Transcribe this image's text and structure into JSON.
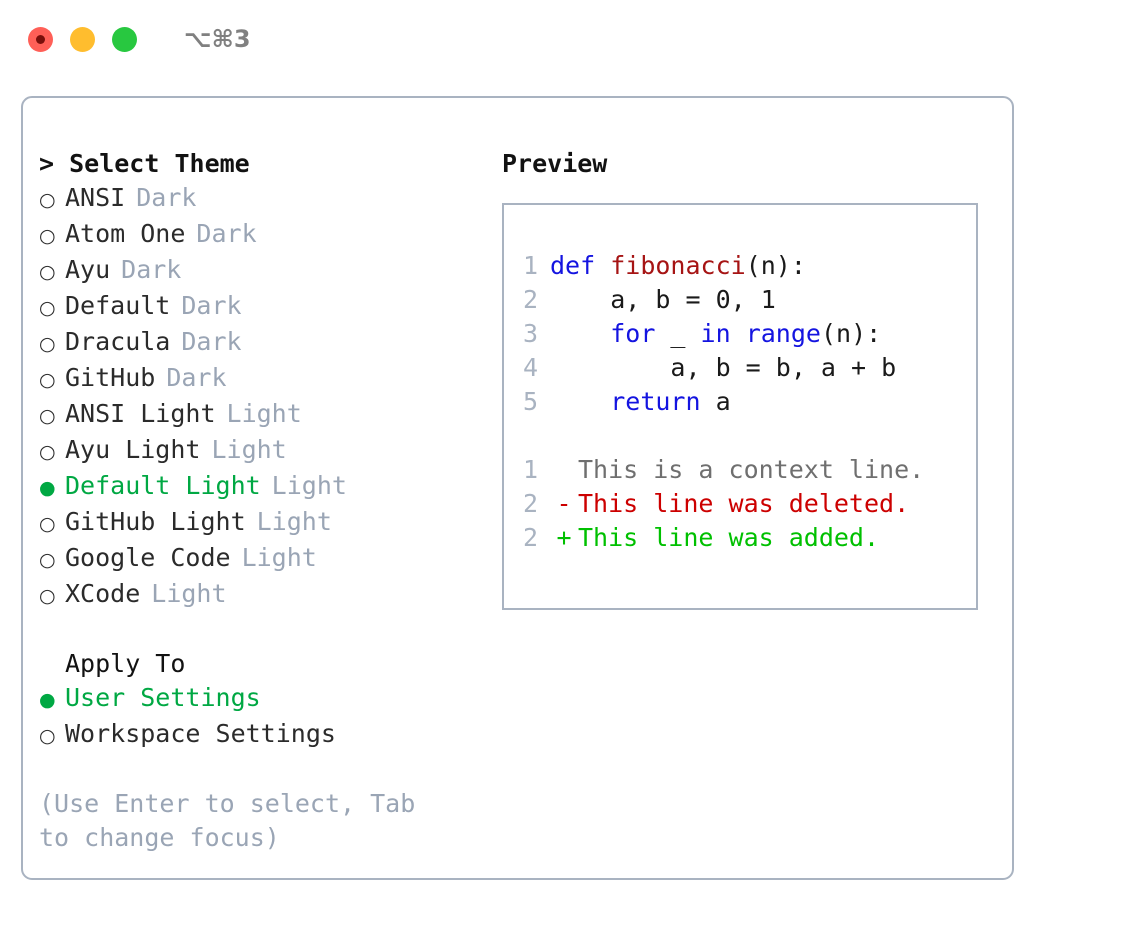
{
  "window": {
    "shortcut": "⌥⌘3",
    "traffic_lights": [
      {
        "name": "close",
        "color": "#ff5f57"
      },
      {
        "name": "minimize",
        "color": "#ffbd2e"
      },
      {
        "name": "maximize",
        "color": "#28c840"
      }
    ]
  },
  "theme_panel": {
    "header": "> Select Theme",
    "items": [
      {
        "label": "ANSI",
        "tag": "Dark",
        "selected": false
      },
      {
        "label": "Atom One",
        "tag": "Dark",
        "selected": false
      },
      {
        "label": "Ayu",
        "tag": "Dark",
        "selected": false
      },
      {
        "label": "Default",
        "tag": "Dark",
        "selected": false
      },
      {
        "label": "Dracula",
        "tag": "Dark",
        "selected": false
      },
      {
        "label": "GitHub",
        "tag": "Dark",
        "selected": false
      },
      {
        "label": "ANSI Light",
        "tag": "Light",
        "selected": false
      },
      {
        "label": "Ayu Light",
        "tag": "Light",
        "selected": false
      },
      {
        "label": "Default Light",
        "tag": "Light",
        "selected": true
      },
      {
        "label": "GitHub Light",
        "tag": "Light",
        "selected": false
      },
      {
        "label": "Google Code",
        "tag": "Light",
        "selected": false
      },
      {
        "label": "XCode",
        "tag": "Light",
        "selected": false
      }
    ],
    "marker_selected": "●",
    "marker_unselected": "○"
  },
  "apply_to": {
    "header": "Apply To",
    "items": [
      {
        "label": "User Settings",
        "selected": true
      },
      {
        "label": "Workspace Settings",
        "selected": false
      }
    ]
  },
  "hint": "(Use Enter to select, Tab to change focus)",
  "preview": {
    "header": "Preview",
    "code_lines": [
      {
        "num": "1",
        "tokens": [
          {
            "t": "def",
            "c": "kw"
          },
          {
            "t": " ",
            "c": "plain"
          },
          {
            "t": "fibonacci",
            "c": "fn"
          },
          {
            "t": "(n):",
            "c": "plain"
          }
        ]
      },
      {
        "num": "2",
        "tokens": [
          {
            "t": "    a, b = 0, 1",
            "c": "plain"
          }
        ]
      },
      {
        "num": "3",
        "tokens": [
          {
            "t": "    ",
            "c": "plain"
          },
          {
            "t": "for",
            "c": "kw"
          },
          {
            "t": " _ ",
            "c": "plain"
          },
          {
            "t": "in",
            "c": "kw"
          },
          {
            "t": " ",
            "c": "plain"
          },
          {
            "t": "range",
            "c": "bi"
          },
          {
            "t": "(n):",
            "c": "plain"
          }
        ]
      },
      {
        "num": "4",
        "tokens": [
          {
            "t": "        a, b = b, a + b",
            "c": "plain"
          }
        ]
      },
      {
        "num": "5",
        "tokens": [
          {
            "t": "    ",
            "c": "plain"
          },
          {
            "t": "return",
            "c": "kw"
          },
          {
            "t": " a",
            "c": "plain"
          }
        ]
      }
    ],
    "diff_lines": [
      {
        "num": "1",
        "sign": " ",
        "text": "This is a context line.",
        "kind": "ctx"
      },
      {
        "num": "2",
        "sign": "-",
        "text": "This line was deleted.",
        "kind": "del"
      },
      {
        "num": "2",
        "sign": "+",
        "text": "This line was added.",
        "kind": "add"
      }
    ]
  },
  "colors": {
    "accent_green": "#00a843",
    "muted": "#9aa5b5",
    "border": "#a9b3c1",
    "keyword": "#1414e0",
    "function": "#a61414",
    "diff_deleted": "#cc0000",
    "diff_added": "#00c000"
  }
}
